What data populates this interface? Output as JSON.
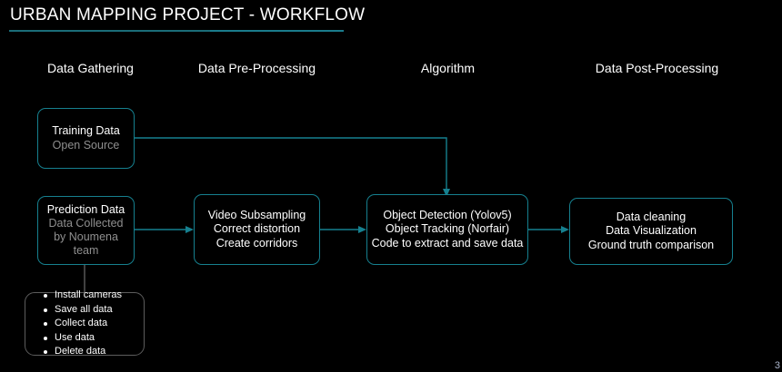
{
  "slide": {
    "title": "URBAN MAPPING PROJECT - WORKFLOW",
    "slide_number": "3",
    "background_color": "#000000",
    "accent_color": "#16808f",
    "muted_text_color": "#8f8f8f",
    "checklist_border_color": "#5d5d5d"
  },
  "columns": [
    {
      "label": "Data Gathering"
    },
    {
      "label": "Data Pre-Processing"
    },
    {
      "label": "Algorithm"
    },
    {
      "label": "Data Post-Processing"
    }
  ],
  "nodes": {
    "training_data": {
      "title": "Training Data",
      "subtitle": "Open Source"
    },
    "prediction_data": {
      "title": "Prediction Data",
      "subtitle_line1": "Data Collected",
      "subtitle_line2": "by Noumena",
      "subtitle_line3": "team"
    },
    "checklist": {
      "items": [
        "Install cameras",
        "Save all data",
        "Collect data",
        "Use data",
        "Delete data"
      ]
    },
    "preprocessing": {
      "line1": "Video Subsampling",
      "line2": "Correct distortion",
      "line3": "Create corridors"
    },
    "algorithm": {
      "line1": "Object Detection (Yolov5)",
      "line2": "Object Tracking (Norfair)",
      "line3": "Code to extract and save data"
    },
    "postprocessing": {
      "line1": "Data cleaning",
      "line2": "Data Visualization",
      "line3": "Ground truth comparison"
    }
  }
}
